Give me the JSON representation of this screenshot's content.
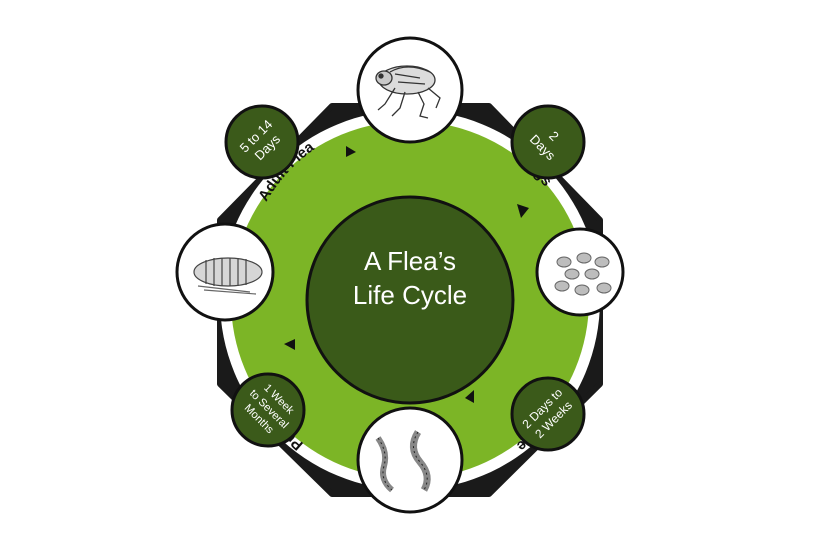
{
  "title": {
    "line1": "A Flea’s",
    "line2": "Life Cycle"
  },
  "stages": [
    {
      "name": "Adult Flea",
      "icon": "adult-flea-icon"
    },
    {
      "name": "Eggs",
      "icon": "flea-eggs-icon"
    },
    {
      "name": "Larvae",
      "icon": "flea-larvae-icon"
    },
    {
      "name": "Pupae",
      "icon": "flea-pupa-icon"
    }
  ],
  "durations": [
    {
      "line1": "5 to 14",
      "line2": "Days",
      "line3": ""
    },
    {
      "line1": "2",
      "line2": "Days",
      "line3": ""
    },
    {
      "line1": "2 Days to",
      "line2": "2 Weeks",
      "line3": ""
    },
    {
      "line1": "1 Week",
      "line2": "to Several",
      "line3": "Months"
    }
  ],
  "colors": {
    "outer_ring": "#1a1a1a",
    "white_ring": "#ffffff",
    "green_ring": "#7cb526",
    "center_fill": "#3a5a19",
    "duration_fill": "#3b5a1a",
    "label_text": "#111111",
    "light_text": "#ffffff"
  }
}
